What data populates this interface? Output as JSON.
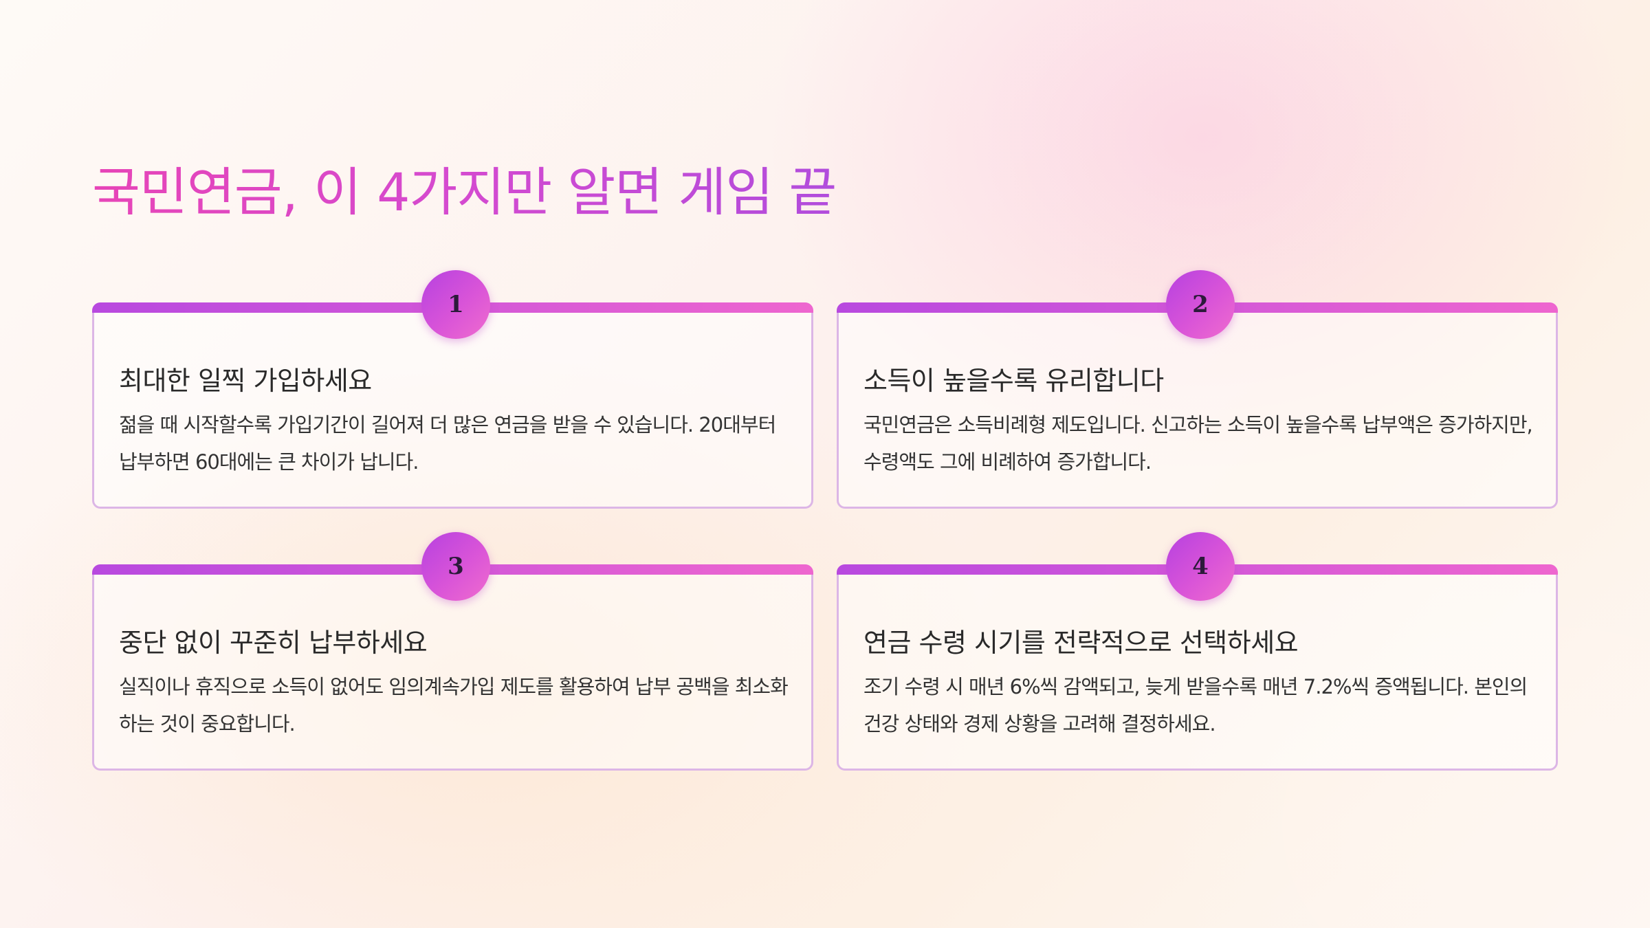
{
  "slide": {
    "title": "국민연금, 이 4가지만 알면 게임 끝",
    "accent_colors": {
      "title_gradient_start": "#e745b7",
      "title_gradient_end": "#b14cdc",
      "bar_start": "#b849df",
      "bar_end": "#ee66cf"
    }
  },
  "cards": [
    {
      "number": "1",
      "title": "최대한 일찍 가입하세요",
      "desc": "젊을 때 시작할수록 가입기간이 길어져 더 많은 연금을 받을 수 있습니다. 20대부터 납부하면 60대에는 큰 차이가 납니다."
    },
    {
      "number": "2",
      "title": "소득이 높을수록 유리합니다",
      "desc": "국민연금은 소득비례형 제도입니다. 신고하는 소득이 높을수록 납부액은 증가하지만, 수령액도 그에 비례하여 증가합니다."
    },
    {
      "number": "3",
      "title": "중단 없이 꾸준히 납부하세요",
      "desc": "실직이나 휴직으로 소득이 없어도 임의계속가입 제도를 활용하여 납부 공백을 최소화하는 것이 중요합니다."
    },
    {
      "number": "4",
      "title": "연금 수령 시기를 전략적으로 선택하세요",
      "desc": "조기 수령 시 매년 6%씩 감액되고, 늦게 받을수록 매년 7.2%씩 증액됩니다. 본인의 건강 상태와 경제 상황을 고려해 결정하세요."
    }
  ]
}
